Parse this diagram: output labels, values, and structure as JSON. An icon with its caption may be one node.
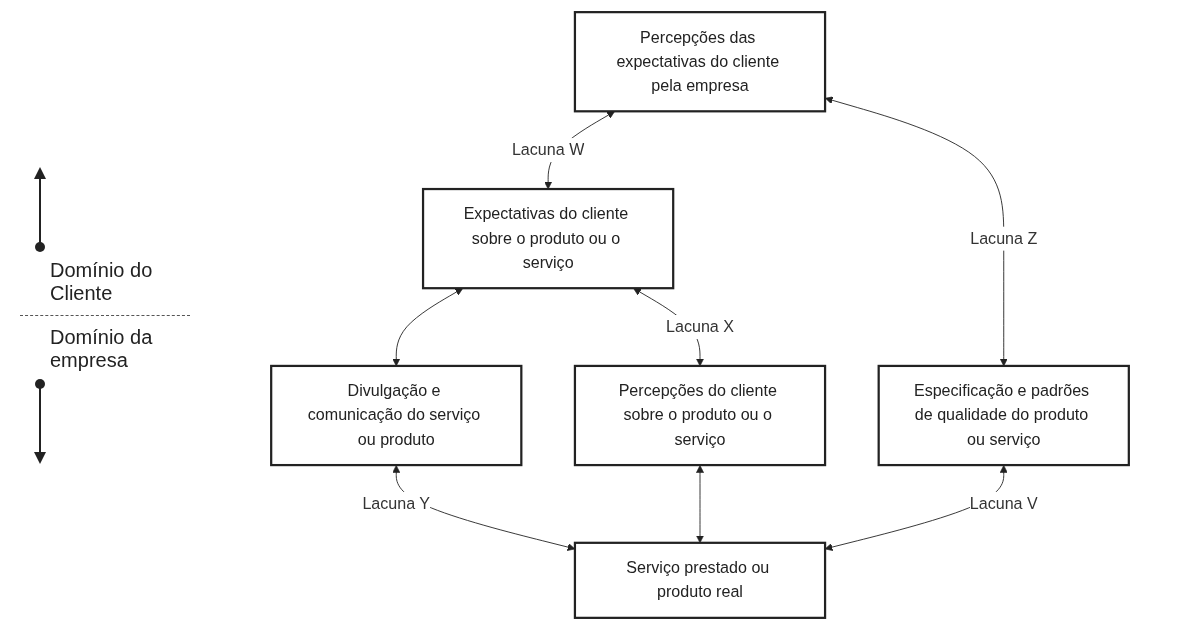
{
  "diagram": {
    "nodes": [
      {
        "text": [
          "Expectativas do cliente sobre o produto ou o serviço"
        ]
      },
      {
        "text": [
          "Divulgação e comunicação do serviço ou produto"
        ]
      },
      {
        "text": [
          "Percepções do cliente sobre o produto ou o serviço"
        ]
      },
      {
        "text": [
          "Serviço prestado ou produto real"
        ]
      },
      {
        "text": [
          "Percepções das expectativas do cliente pela empresa"
        ]
      },
      {
        "text": [
          "Especificação e padrões de qualidade do produto ou serviço"
        ]
      }
    ],
    "edges": [
      {
        "from": 0,
        "to": 1,
        "arrow": "both"
      },
      {
        "from": 0,
        "to": 2,
        "arrow": "both",
        "label": "Lacuna X"
      },
      {
        "from": 1,
        "to": 3,
        "arrow": "both",
        "label": "Lacuna Y"
      },
      {
        "from": 2,
        "to": 3,
        "arrow": "both"
      },
      {
        "from": 4,
        "to": 0,
        "arrow": "both",
        "label": "Lacuna W"
      },
      {
        "from": 4,
        "to": 5,
        "arrow": "both",
        "label": "Lacuna Z"
      },
      {
        "from": 5,
        "to": 3,
        "arrow": "both",
        "label": "Lacuna V"
      }
    ],
    "labels": [
      "Domínio do Cliente",
      "Domínio da empresa"
    ]
  }
}
